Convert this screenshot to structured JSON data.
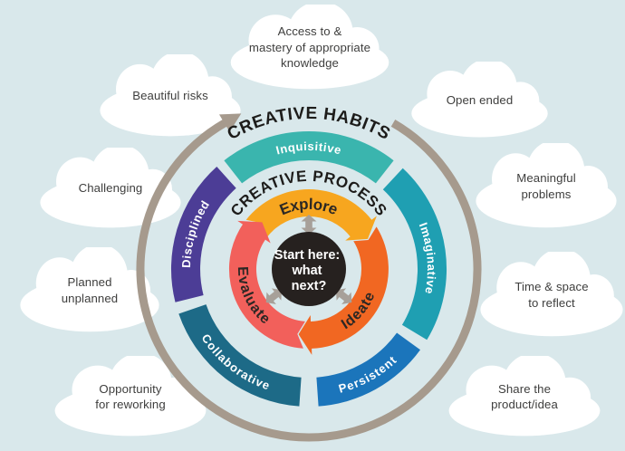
{
  "colors": {
    "background": "#d9e8eb",
    "cloud": "#ffffff",
    "cloud_text": "#3e3e3d",
    "ring": "#a69a8d",
    "arrow_gray": "#a7a099",
    "center_circle": "#26211f",
    "heading_text": "#1d1c1a",
    "label_light": "#ffffff",
    "label_dark": "#2b2724"
  },
  "wheel": {
    "headers": {
      "outer": "CREATIVE HABITS",
      "inner": "CREATIVE PROCESS"
    },
    "center": {
      "line1": "Start here:",
      "line2": "what",
      "line3": "next?"
    },
    "habits": [
      {
        "label": "Inquisitive",
        "color": "#3ab5ae"
      },
      {
        "label": "Imaginative",
        "color": "#1f9fb2"
      },
      {
        "label": "Persistent",
        "color": "#1b75bb"
      },
      {
        "label": "Collaborative",
        "color": "#1d6a87"
      },
      {
        "label": "Disciplined",
        "color": "#4c3d96"
      }
    ],
    "process": [
      {
        "label": "Explore",
        "color": "#f7a61f"
      },
      {
        "label": "Ideate",
        "color": "#f16722"
      },
      {
        "label": "Evaluate",
        "color": "#f2605b"
      }
    ]
  },
  "clouds": [
    {
      "name": "access-knowledge",
      "lines": [
        "Access to &",
        "mastery of appropriate",
        "knowledge"
      ]
    },
    {
      "name": "beautiful-risks",
      "lines": [
        "Beautiful risks"
      ]
    },
    {
      "name": "open-ended",
      "lines": [
        "Open ended"
      ]
    },
    {
      "name": "challenging",
      "lines": [
        "Challenging"
      ]
    },
    {
      "name": "meaningful-problems",
      "lines": [
        "Meaningful",
        "problems"
      ]
    },
    {
      "name": "planned-unplanned",
      "lines": [
        "Planned",
        "unplanned"
      ]
    },
    {
      "name": "time-space",
      "lines": [
        "Time & space",
        "to reflect"
      ]
    },
    {
      "name": "opportunity-reworking",
      "lines": [
        "Opportunity",
        "for reworking"
      ]
    },
    {
      "name": "share-product",
      "lines": [
        "Share the",
        "product/idea"
      ]
    }
  ]
}
